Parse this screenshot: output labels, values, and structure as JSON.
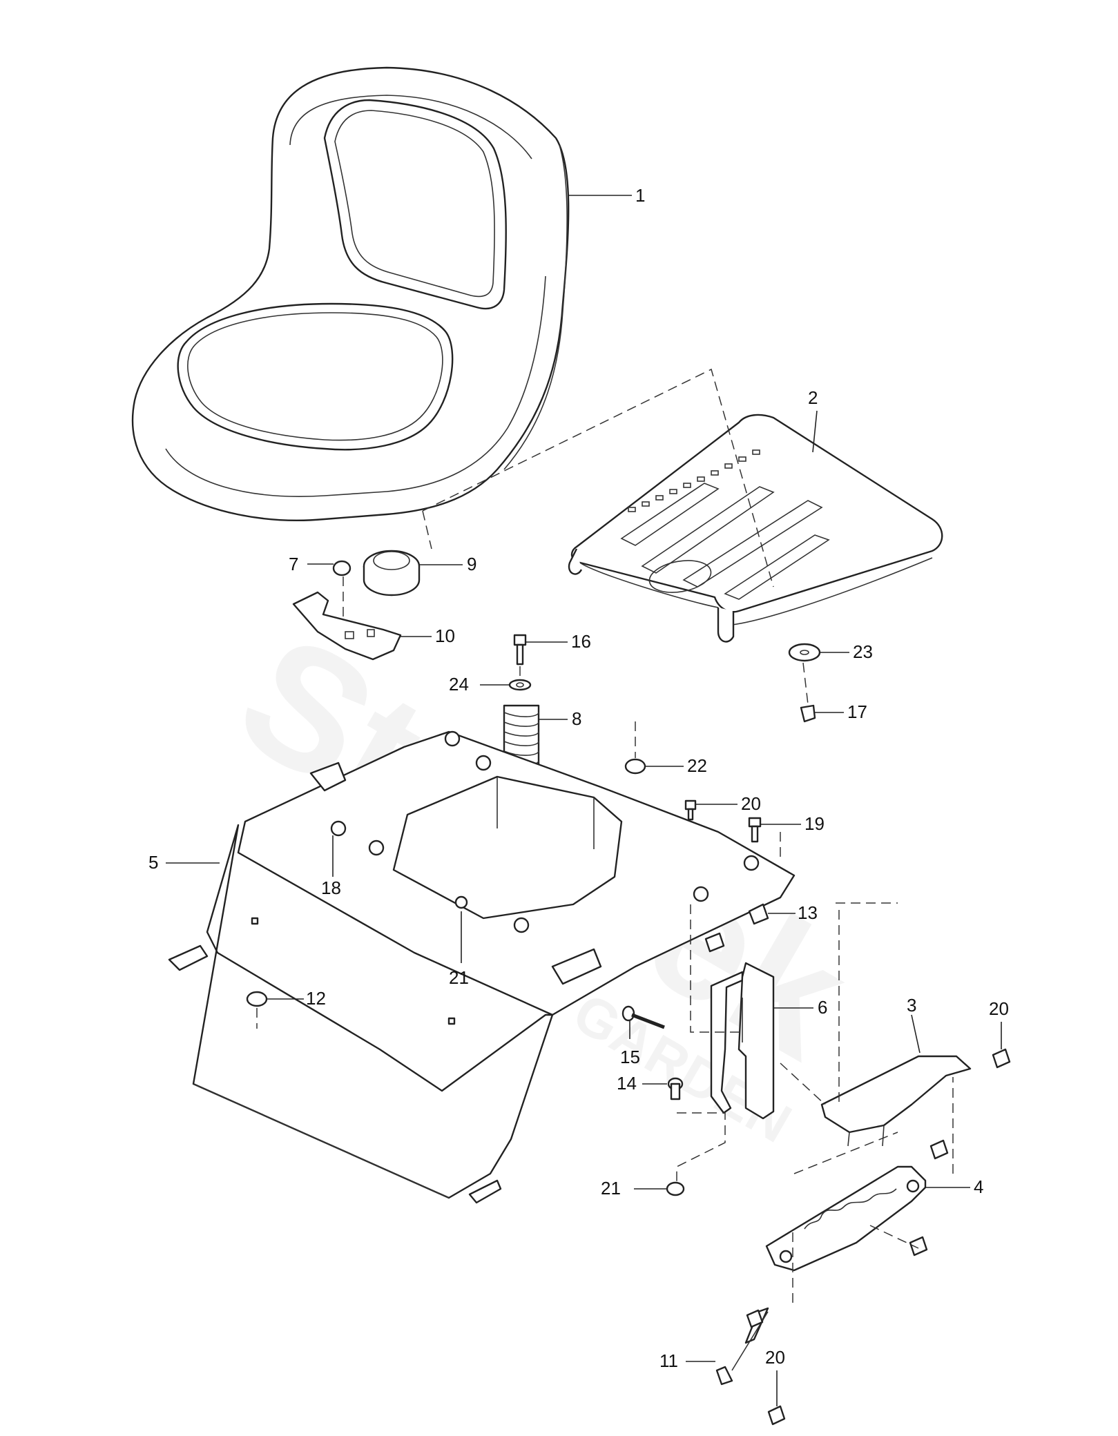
{
  "watermark": {
    "brand": "Straižek",
    "sub": "GARDEN"
  },
  "callouts": [
    {
      "id": "1",
      "label": "1"
    },
    {
      "id": "2",
      "label": "2"
    },
    {
      "id": "3",
      "label": "3"
    },
    {
      "id": "4",
      "label": "4"
    },
    {
      "id": "5",
      "label": "5"
    },
    {
      "id": "6",
      "label": "6"
    },
    {
      "id": "7",
      "label": "7"
    },
    {
      "id": "8",
      "label": "8"
    },
    {
      "id": "9",
      "label": "9"
    },
    {
      "id": "10",
      "label": "10"
    },
    {
      "id": "11",
      "label": "11"
    },
    {
      "id": "12",
      "label": "12"
    },
    {
      "id": "13",
      "label": "13"
    },
    {
      "id": "14",
      "label": "14"
    },
    {
      "id": "15",
      "label": "15"
    },
    {
      "id": "16",
      "label": "16"
    },
    {
      "id": "17",
      "label": "17"
    },
    {
      "id": "18",
      "label": "18"
    },
    {
      "id": "19",
      "label": "19"
    },
    {
      "id": "20a",
      "label": "20"
    },
    {
      "id": "20b",
      "label": "20"
    },
    {
      "id": "20c",
      "label": "20"
    },
    {
      "id": "21a",
      "label": "21"
    },
    {
      "id": "21b",
      "label": "21"
    },
    {
      "id": "22",
      "label": "22"
    },
    {
      "id": "23",
      "label": "23"
    },
    {
      "id": "24",
      "label": "24"
    }
  ]
}
